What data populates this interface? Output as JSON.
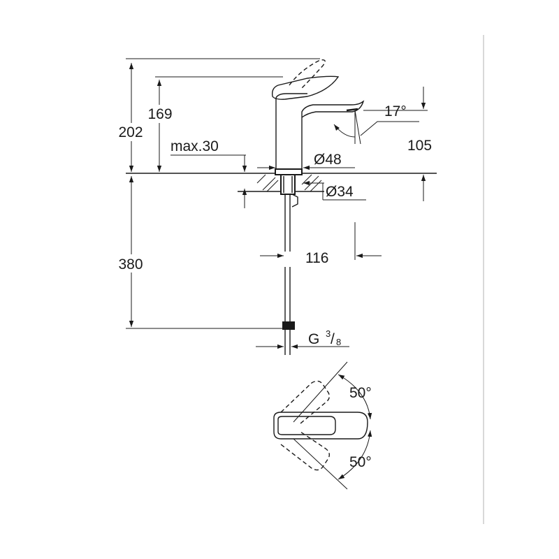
{
  "dimensions": {
    "total_height": "202",
    "spout_height": "169",
    "max_thickness": "max.30",
    "spout_angle": "17°",
    "spout_clearance": "105",
    "base_diameter": "Ø48",
    "hole_diameter": "Ø34",
    "reach": "116",
    "hose_length": "380",
    "connection_prefix": "G",
    "connection_numerator": "3",
    "connection_separator": "/",
    "connection_denominator": "8",
    "lever_angle_top": "50°",
    "lever_angle_bottom": "50°"
  }
}
